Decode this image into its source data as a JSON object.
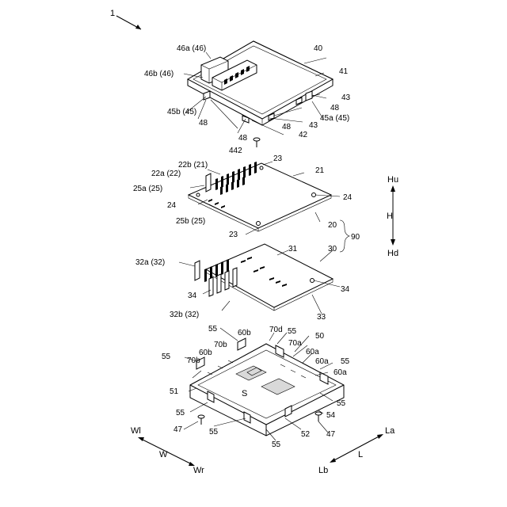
{
  "figure": {
    "ref_main": "1"
  },
  "direction": {
    "hu": "Hu",
    "h": "H",
    "hd": "Hd",
    "wl": "Wl",
    "w": "W",
    "wr": "Wr",
    "la": "La",
    "l": "L",
    "lb": "Lb"
  },
  "labels": [
    "46a (46)",
    "46b (46)",
    "40",
    "41",
    "43",
    "48",
    "45b (45)",
    "48",
    "48",
    "43",
    "45a (45)",
    "42",
    "48",
    "442",
    "22b (21)",
    "23",
    "22a (22)",
    "21",
    "25a (25)",
    "24",
    "24",
    "25b (25)",
    "20",
    "23",
    "90",
    "30",
    "31",
    "32a (32)",
    "34",
    "34",
    "32b (32)",
    "33",
    "55",
    "60b",
    "70d",
    "55",
    "50",
    "70b",
    "70a",
    "60b",
    "60a",
    "55",
    "70b",
    "60a",
    "55",
    "60a",
    "51",
    "S",
    "55",
    "55",
    "54",
    "47",
    "55",
    "52",
    "47",
    "55"
  ]
}
